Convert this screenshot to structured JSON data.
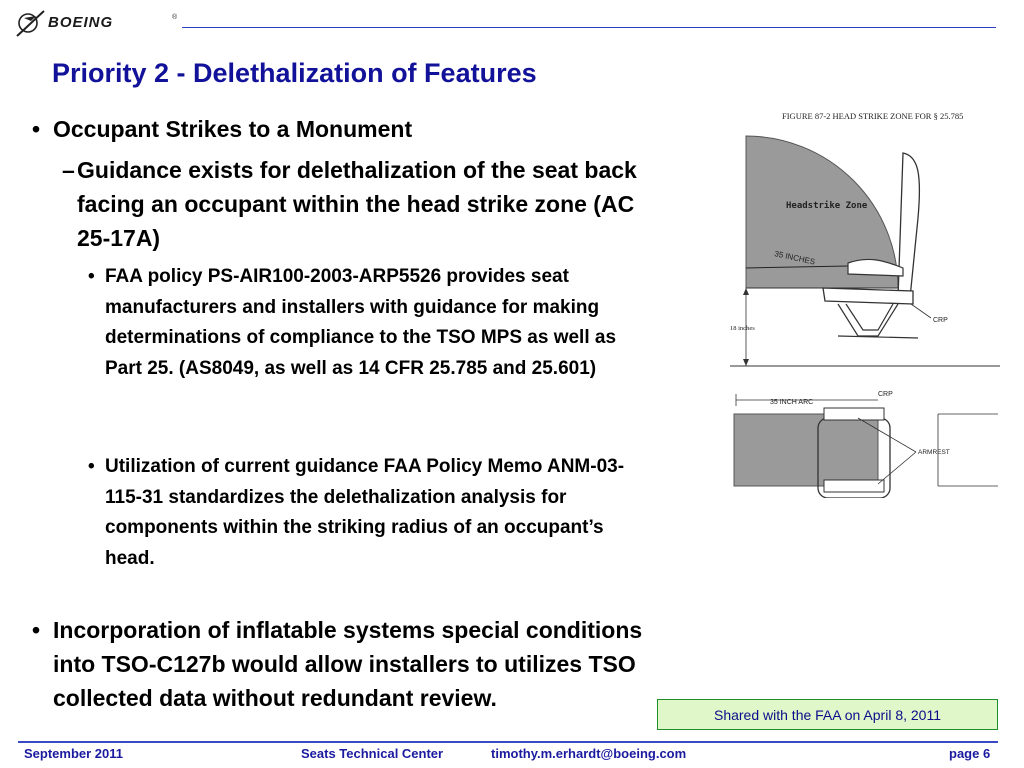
{
  "header": {
    "logo_text": "BOEING",
    "logo_mark": "®"
  },
  "title": "Priority 2 - Delethalization of Features",
  "bullets": {
    "b1": {
      "marker": "•",
      "text": "Occupant Strikes to a Monument"
    },
    "b1_sub": {
      "marker": "–",
      "text": "Guidance exists for delethalization of the seat back facing an occupant within the head strike zone (AC 25-17A)"
    },
    "b1_sub_a": {
      "marker": "•",
      "text": "FAA policy PS-AIR100-2003-ARP5526 provides seat manufacturers and installers with guidance for making determinations of compliance to the TSO MPS as well as Part 25. (AS8049, as well as 14 CFR 25.785 and 25.601)"
    },
    "b1_sub_b": {
      "marker": "•",
      "text": "Utilization of current guidance FAA Policy Memo ANM-03-115-31 standardizes the delethalization analysis for components within the striking radius of an occupant’s head."
    },
    "b2": {
      "marker": "•",
      "text": "Incorporation of inflatable systems special conditions into TSO-C127b would allow installers to utilizes TSO collected data without redundant review."
    }
  },
  "figure": {
    "caption": "FIGURE 87-2  HEAD STRIKE ZONE FOR § 25.785",
    "zone_label": "Headstrike Zone",
    "radius_label": "35 INCHES",
    "height_label": "18 inches",
    "crp_label_side": "CRP",
    "arc_label": "35 INCH ARC",
    "crp_label_top": "CRP",
    "armrest_label": "ARMREST"
  },
  "callout": "Shared with the FAA on April 8, 2011",
  "footer": {
    "date": "September 2011",
    "center": "Seats Technical Center",
    "email": "timothy.m.erhardt@boeing.com",
    "page": "page 6"
  }
}
